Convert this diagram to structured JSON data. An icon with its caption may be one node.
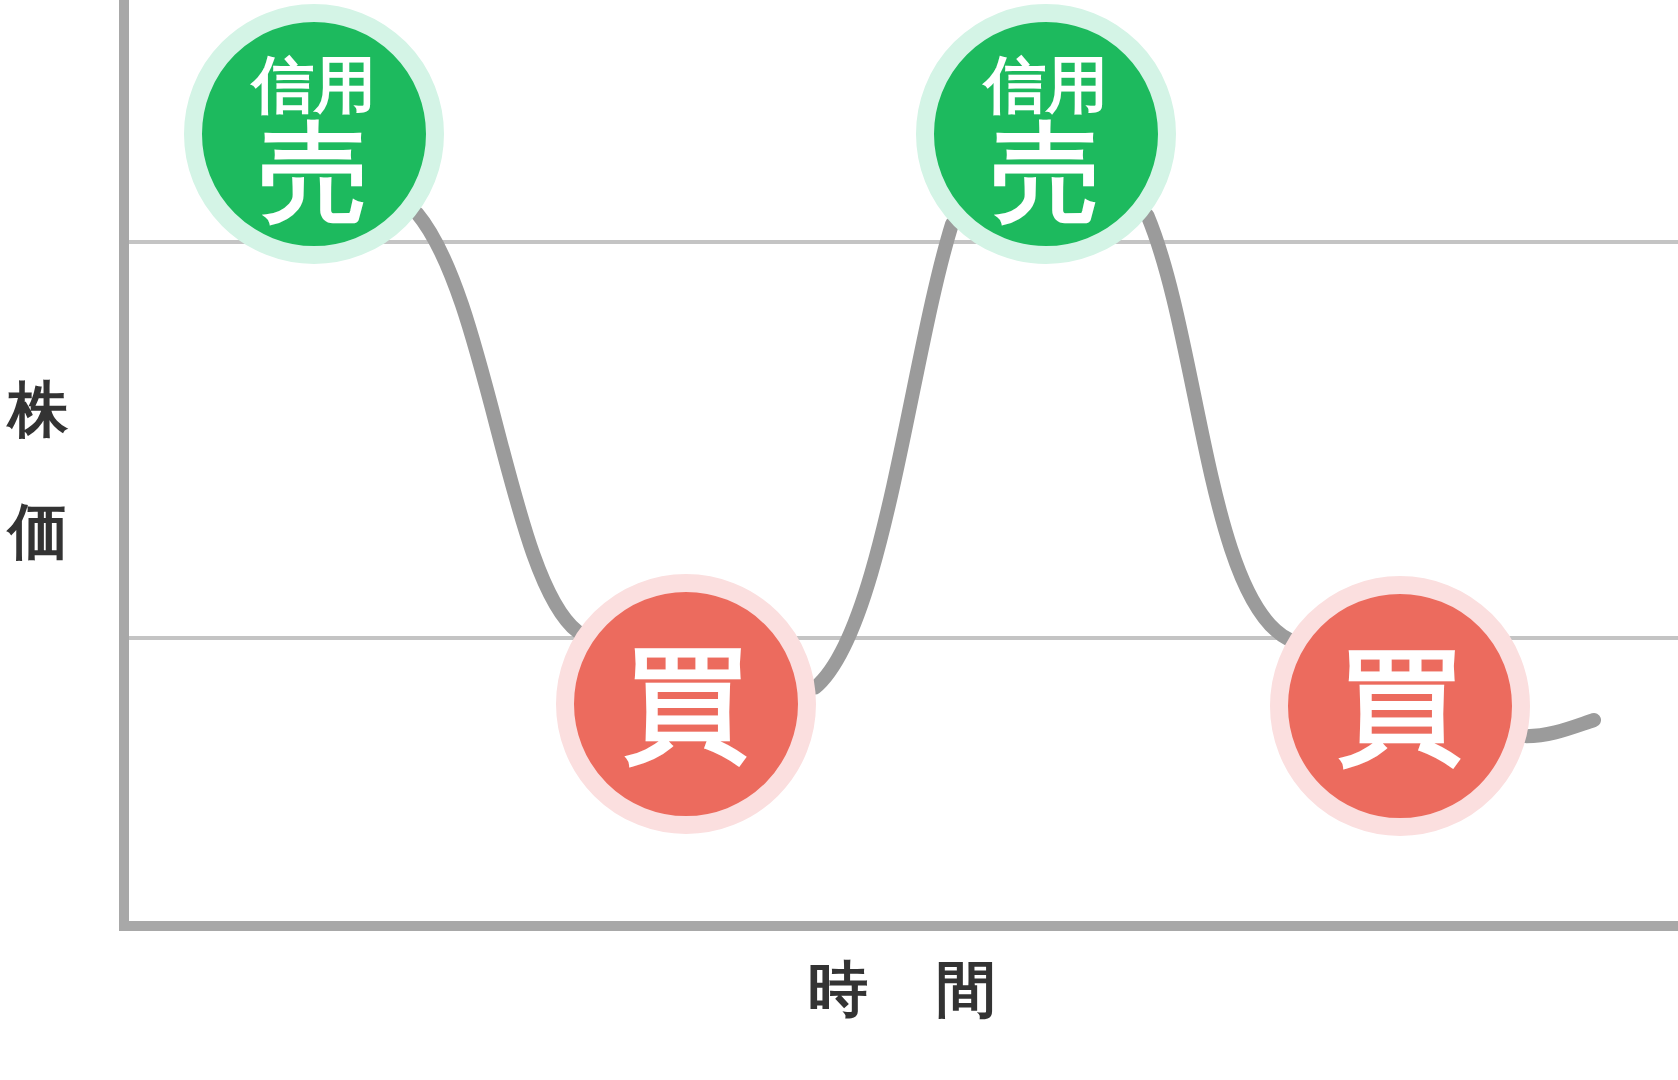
{
  "diagram": {
    "nodes": [
      {
        "text": [
          "信用",
          "売"
        ]
      },
      {
        "text": [
          "買"
        ]
      },
      {
        "text": [
          "信用",
          "売"
        ]
      },
      {
        "text": [
          "買"
        ]
      }
    ],
    "edges": [
      {
        "from": 0,
        "to": 1,
        "arrow": "none"
      },
      {
        "from": 1,
        "to": 2,
        "arrow": "none"
      },
      {
        "from": 2,
        "to": 3,
        "arrow": "none"
      },
      {
        "from": 3,
        "to": null,
        "arrow": "none"
      }
    ],
    "labels": [
      "株価",
      "時間"
    ]
  }
}
